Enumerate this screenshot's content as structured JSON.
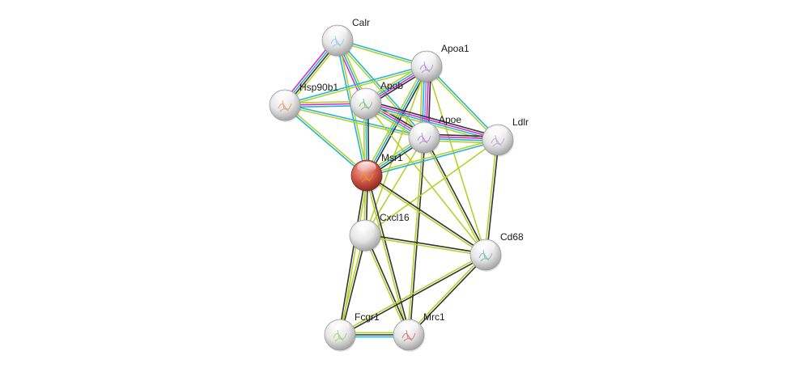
{
  "title": "Protein interaction network",
  "query_protein": "Msr1",
  "edge_colors": {
    "database": "#22b7d6",
    "experiment": "#d92ad2",
    "textmining": "#b6d12b",
    "coexpression": "#333333",
    "homology": "#a884f0"
  },
  "node_colors": {
    "query": "#d04a40",
    "default": "#e8e8e8"
  },
  "nodes": [
    {
      "id": "Calr",
      "label": "Calr",
      "query": false
    },
    {
      "id": "Apoa1",
      "label": "Apoa1",
      "query": false
    },
    {
      "id": "Hsp90b1",
      "label": "Hsp90b1",
      "query": false
    },
    {
      "id": "Apob",
      "label": "Apob",
      "query": false
    },
    {
      "id": "Apoe",
      "label": "Apoe",
      "query": false
    },
    {
      "id": "Ldlr",
      "label": "Ldlr",
      "query": false
    },
    {
      "id": "Msr1",
      "label": "Msr1",
      "query": true
    },
    {
      "id": "Cxcl16",
      "label": "Cxcl16",
      "query": false
    },
    {
      "id": "Cd68",
      "label": "Cd68",
      "query": false
    },
    {
      "id": "Fcgr1",
      "label": "Fcgr1",
      "query": false
    },
    {
      "id": "Mrc1",
      "label": "Mrc1",
      "query": false
    }
  ],
  "edges": [
    {
      "source": "Calr",
      "target": "Hsp90b1",
      "types": [
        "textmining",
        "coexpression",
        "database",
        "experiment"
      ]
    },
    {
      "source": "Calr",
      "target": "Apob",
      "types": [
        "textmining",
        "database",
        "experiment"
      ]
    },
    {
      "source": "Calr",
      "target": "Apoa1",
      "types": [
        "database",
        "textmining"
      ]
    },
    {
      "source": "Calr",
      "target": "Msr1",
      "types": [
        "textmining",
        "database"
      ]
    },
    {
      "source": "Calr",
      "target": "Apoe",
      "types": [
        "database",
        "textmining"
      ]
    },
    {
      "source": "Hsp90b1",
      "target": "Apob",
      "types": [
        "textmining",
        "experiment",
        "database"
      ]
    },
    {
      "source": "Hsp90b1",
      "target": "Apoa1",
      "types": [
        "database",
        "textmining"
      ]
    },
    {
      "source": "Hsp90b1",
      "target": "Apoe",
      "types": [
        "database",
        "textmining"
      ]
    },
    {
      "source": "Hsp90b1",
      "target": "Msr1",
      "types": [
        "textmining",
        "database"
      ]
    },
    {
      "source": "Apoa1",
      "target": "Apob",
      "types": [
        "coexpression",
        "experiment",
        "database",
        "textmining"
      ]
    },
    {
      "source": "Apoa1",
      "target": "Apoe",
      "types": [
        "coexpression",
        "experiment",
        "homology",
        "database",
        "textmining"
      ]
    },
    {
      "source": "Apoa1",
      "target": "Ldlr",
      "types": [
        "database",
        "textmining"
      ]
    },
    {
      "source": "Apoa1",
      "target": "Msr1",
      "types": [
        "coexpression",
        "database",
        "textmining"
      ]
    },
    {
      "source": "Apoa1",
      "target": "Cxcl16",
      "types": [
        "textmining"
      ]
    },
    {
      "source": "Apoa1",
      "target": "Cd68",
      "types": [
        "textmining"
      ]
    },
    {
      "source": "Apob",
      "target": "Apoe",
      "types": [
        "coexpression",
        "experiment",
        "database",
        "textmining"
      ]
    },
    {
      "source": "Apob",
      "target": "Ldlr",
      "types": [
        "coexpression",
        "experiment",
        "database",
        "textmining"
      ]
    },
    {
      "source": "Apob",
      "target": "Msr1",
      "types": [
        "coexpression",
        "database",
        "textmining"
      ]
    },
    {
      "source": "Apob",
      "target": "Cd68",
      "types": [
        "textmining"
      ]
    },
    {
      "source": "Apoe",
      "target": "Ldlr",
      "types": [
        "coexpression",
        "experiment",
        "database",
        "textmining"
      ]
    },
    {
      "source": "Apoe",
      "target": "Msr1",
      "types": [
        "coexpression",
        "database",
        "textmining"
      ]
    },
    {
      "source": "Apoe",
      "target": "Cd68",
      "types": [
        "coexpression",
        "textmining"
      ]
    },
    {
      "source": "Apoe",
      "target": "Mrc1",
      "types": [
        "coexpression",
        "textmining"
      ]
    },
    {
      "source": "Apoe",
      "target": "Cxcl16",
      "types": [
        "textmining"
      ]
    },
    {
      "source": "Ldlr",
      "target": "Msr1",
      "types": [
        "database",
        "textmining"
      ]
    },
    {
      "source": "Ldlr",
      "target": "Cd68",
      "types": [
        "coexpression",
        "textmining"
      ]
    },
    {
      "source": "Ldlr",
      "target": "Cxcl16",
      "types": [
        "textmining"
      ]
    },
    {
      "source": "Msr1",
      "target": "Cxcl16",
      "types": [
        "coexpression",
        "textmining"
      ]
    },
    {
      "source": "Msr1",
      "target": "Cd68",
      "types": [
        "coexpression",
        "textmining"
      ]
    },
    {
      "source": "Msr1",
      "target": "Fcgr1",
      "types": [
        "textmining",
        "coexpression"
      ]
    },
    {
      "source": "Msr1",
      "target": "Mrc1",
      "types": [
        "coexpression",
        "textmining"
      ]
    },
    {
      "source": "Cxcl16",
      "target": "Cd68",
      "types": [
        "coexpression",
        "textmining"
      ]
    },
    {
      "source": "Cxcl16",
      "target": "Fcgr1",
      "types": [
        "coexpression",
        "textmining"
      ]
    },
    {
      "source": "Cxcl16",
      "target": "Mrc1",
      "types": [
        "coexpression",
        "textmining"
      ]
    },
    {
      "source": "Cd68",
      "target": "Fcgr1",
      "types": [
        "coexpression",
        "textmining"
      ]
    },
    {
      "source": "Cd68",
      "target": "Mrc1",
      "types": [
        "coexpression",
        "textmining"
      ]
    },
    {
      "source": "Fcgr1",
      "target": "Mrc1",
      "types": [
        "textmining",
        "coexpression",
        "database"
      ]
    }
  ]
}
